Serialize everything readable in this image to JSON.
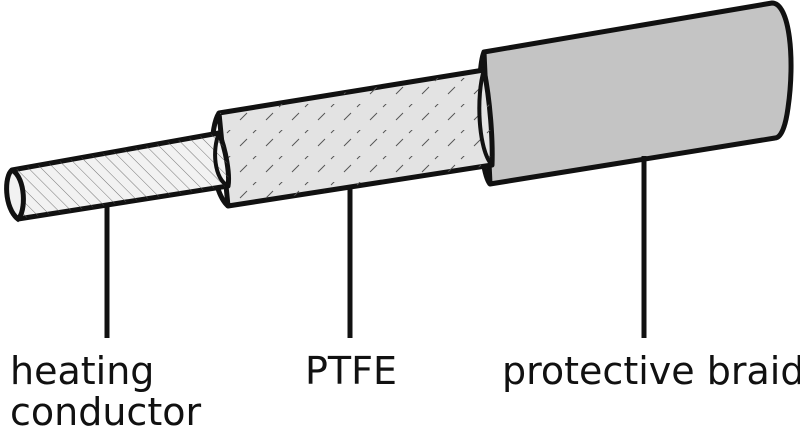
{
  "labels": {
    "conductor_line1": "heating",
    "conductor_line2": "conductor",
    "ptfe": "PTFE",
    "braid": "protective braid"
  },
  "colors": {
    "outline": "#111111",
    "conductor_fill": "#f2f2f2",
    "ptfe_fill": "#e3e3e3",
    "braid_fill": "#c4c4c4",
    "hatch": "#555555",
    "background": "#ffffff"
  }
}
